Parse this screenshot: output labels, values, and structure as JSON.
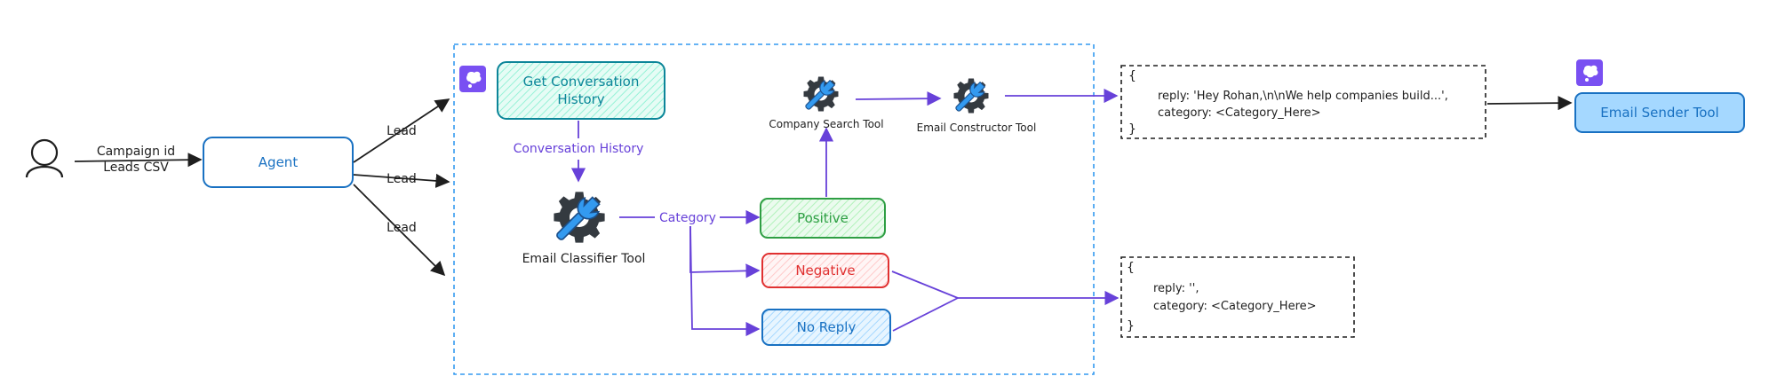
{
  "user": {
    "input_label_1": "Campaign id",
    "input_label_2": "Leads CSV"
  },
  "agent": {
    "label": "Agent"
  },
  "edges": {
    "lead_1": "Lead",
    "lead_2": "Lead",
    "lead_3": "Lead"
  },
  "pipeline": {
    "get_history": {
      "line1": "Get Conversation",
      "line2": "History"
    },
    "history_label": "Conversation History",
    "classifier": {
      "label": "Email Classifier Tool"
    },
    "category_label": "Category",
    "positive": "Positive",
    "negative": "Negative",
    "no_reply": "No Reply",
    "company_search": "Company Search Tool",
    "email_constructor": "Email Constructor Tool"
  },
  "outputs": {
    "positive_json": {
      "open": "{",
      "reply": "reply: 'Hey Rohan,\\n\\nWe help companies build...',",
      "category": "category: <Category_Here>",
      "close": "}"
    },
    "other_json": {
      "open": "{",
      "reply": "reply: '',",
      "category": "category: <Category_Here>",
      "close": "}"
    }
  },
  "email_sender": {
    "label": "Email Sender Tool"
  },
  "colors": {
    "purple": "#6741d9",
    "dark": "#1e1e1e",
    "agent_blue": "#1971c2",
    "teal": "#0c8599",
    "green": "#2f9e44",
    "red": "#e03131",
    "blue": "#1971c2",
    "gear": "#343a40",
    "badge": "#7950f2"
  },
  "icons": [
    "user-icon",
    "gear-wrench-icon",
    "crewai-badge-icon"
  ]
}
